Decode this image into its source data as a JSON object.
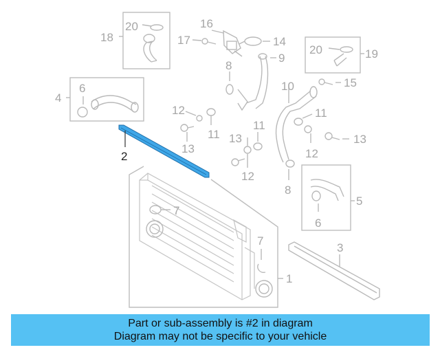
{
  "callouts": {
    "c20a": "20",
    "c18": "18",
    "c16": "16",
    "c17": "17",
    "c14": "14",
    "c9": "9",
    "c20b": "20",
    "c19": "19",
    "c15": "15",
    "c8a": "8",
    "c10": "10",
    "c4": "4",
    "c6a": "6",
    "c12a": "12",
    "c11a": "11",
    "c11b": "11",
    "c11c": "11",
    "c13a": "13",
    "c13b": "13",
    "c13c": "13",
    "c12b": "12",
    "c12c": "12",
    "c2": "2",
    "c8b": "8",
    "c5": "5",
    "c6b": "6",
    "c7a": "7",
    "c7b": "7",
    "c3": "3",
    "c1": "1"
  },
  "colors": {
    "highlight_part": "#3fa7e8",
    "line": "#b9b9b9",
    "banner_bg": "#55c1f3"
  },
  "banner": {
    "line1": "Part or sub-assembly is #2 in diagram",
    "line2": "Diagram may not be specific to your vehicle"
  }
}
